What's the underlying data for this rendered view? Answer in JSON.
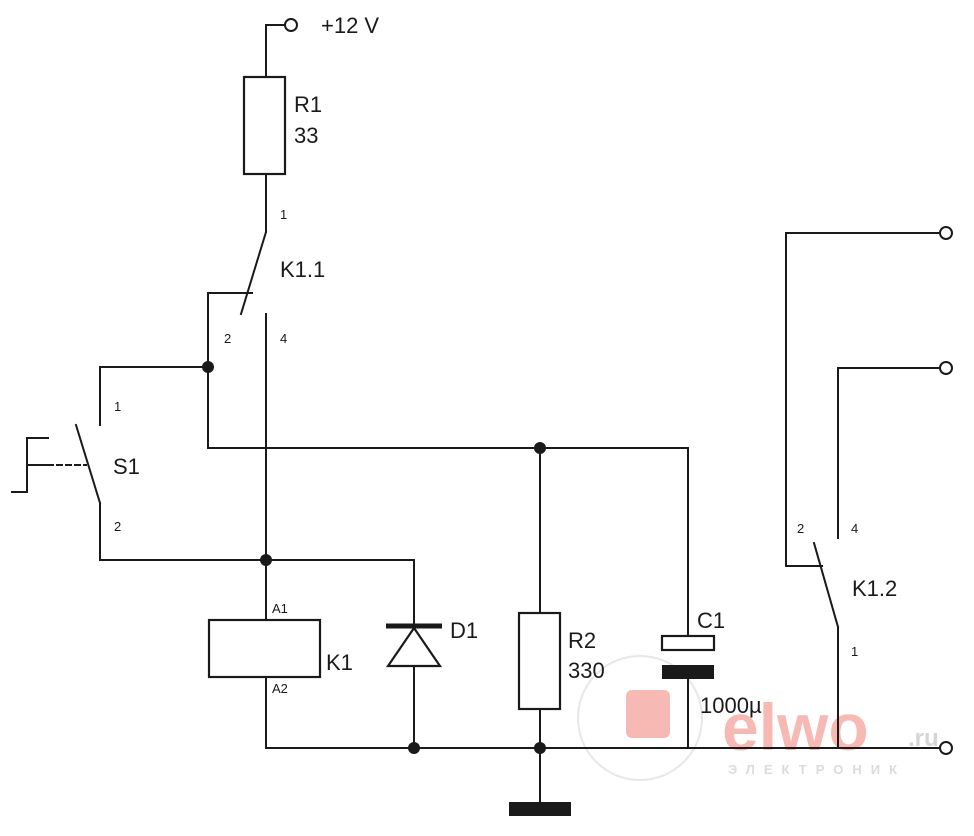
{
  "supply": {
    "label": "+12 V"
  },
  "r1": {
    "name": "R1",
    "value": "33"
  },
  "r2": {
    "name": "R2",
    "value": "330"
  },
  "c1": {
    "name": "C1",
    "value": "1000µ"
  },
  "d1": {
    "name": "D1"
  },
  "k1_coil": {
    "name": "K1",
    "pin_a1": "A1",
    "pin_a2": "A2"
  },
  "k1_1": {
    "name": "K1.1",
    "pin_1": "1",
    "pin_2": "2",
    "pin_4": "4"
  },
  "k1_2": {
    "name": "K1.2",
    "pin_1": "1",
    "pin_2": "2",
    "pin_4": "4"
  },
  "s1": {
    "name": "S1",
    "pin_1": "1",
    "pin_2": "2"
  },
  "watermark": {
    "brand": "elwo",
    "tld": ".ru",
    "tagline": "ЭЛЕКТРОНИК",
    "accent": "#e83a2a"
  },
  "colors": {
    "wire": "#1a1a1a",
    "background": "#ffffff"
  }
}
